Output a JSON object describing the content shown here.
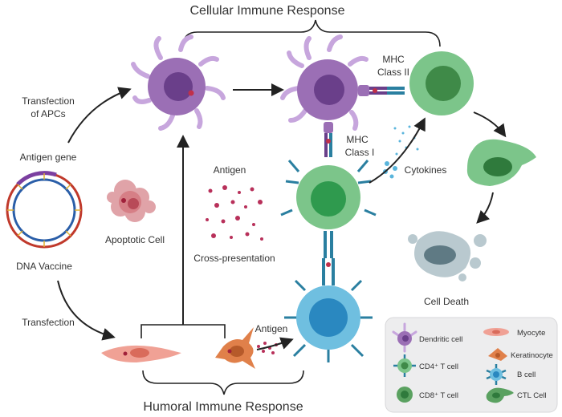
{
  "titles": {
    "top": "Cellular Immune Response",
    "bottom": "Humoral Immune Response"
  },
  "labels": {
    "transfection_apcs_1": "Transfection",
    "transfection_apcs_2": "of APCs",
    "antigen_gene": "Antigen gene",
    "dna_vaccine": "DNA Vaccine",
    "transfection": "Transfection",
    "apoptotic_cell": "Apoptotic Cell",
    "antigen_top": "Antigen",
    "cross_presentation": "Cross-presentation",
    "mhc2_1": "MHC",
    "mhc2_2": "Class II",
    "mhc1_1": "MHC",
    "mhc1_2": "Class I",
    "cytokines": "Cytokines",
    "cell_death": "Cell Death",
    "antigen_bottom": "Antigen"
  },
  "legend": {
    "items": [
      {
        "label": "Dendritic cell"
      },
      {
        "label": "Myocyte"
      },
      {
        "label": "CD4⁺ T cell"
      },
      {
        "label": "Keratinocyte"
      },
      {
        "label": "CD8⁺ T cell"
      },
      {
        "label": "B cell"
      },
      {
        "label": "CTL Cell"
      }
    ]
  },
  "colors": {
    "dendritic": "#9b6fb5",
    "cd4": "#7cc58a",
    "cd8_ctl": "#5aa160",
    "bcell": "#6fbfe0",
    "myocyte": "#f0a195",
    "keratinocyte": "#e0804a",
    "apoptotic": "#d67f86",
    "antigen_dot": "#b8305a"
  }
}
